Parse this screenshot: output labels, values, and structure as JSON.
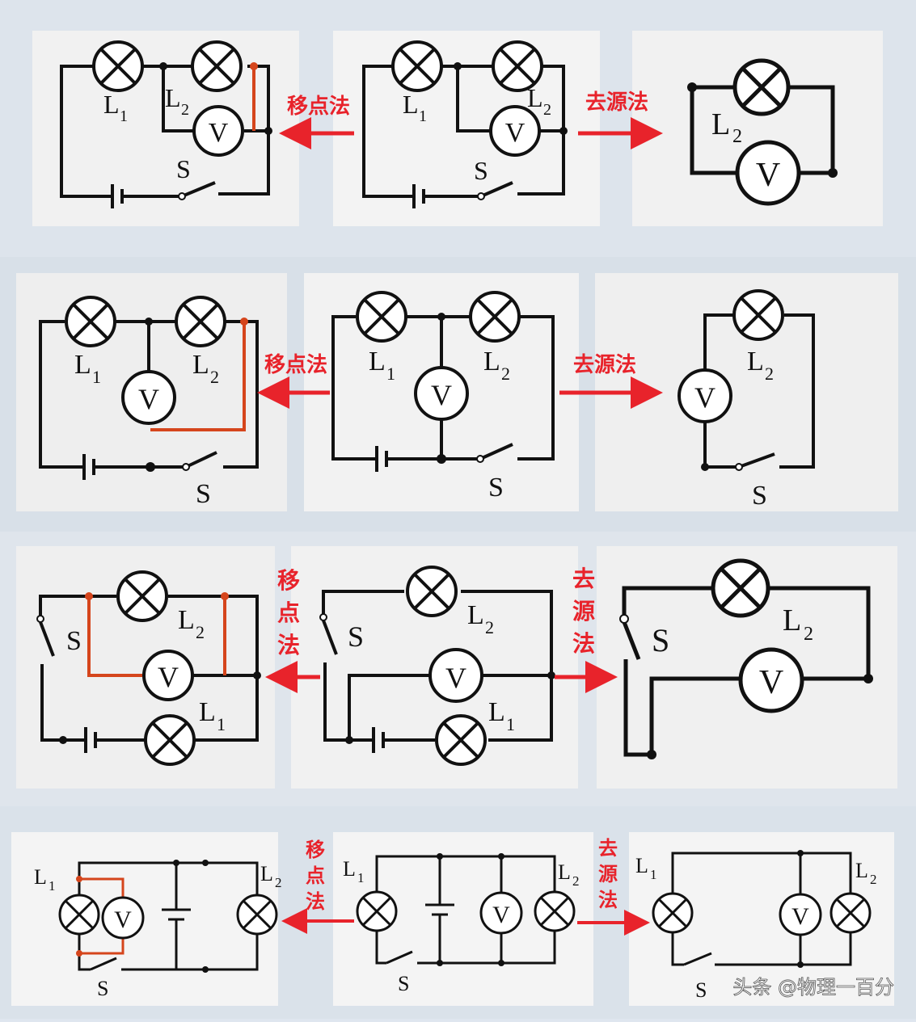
{
  "methods": {
    "move_point": "移点法",
    "remove_source": "去源法",
    "move_point_chars": [
      "移",
      "点",
      "法"
    ],
    "remove_source_chars": [
      "去",
      "源",
      "法"
    ]
  },
  "labels": {
    "L1": "L",
    "L1_sub": "1",
    "L2": "L",
    "L2_sub": "2",
    "V": "V",
    "S": "S"
  },
  "watermark": "头条 @物理一百分",
  "colors": {
    "wire": "#111111",
    "highlight": "#d5451c",
    "arrow": "#e8232b",
    "panel": "#f2f2f2",
    "band": "#d9e1ea"
  }
}
